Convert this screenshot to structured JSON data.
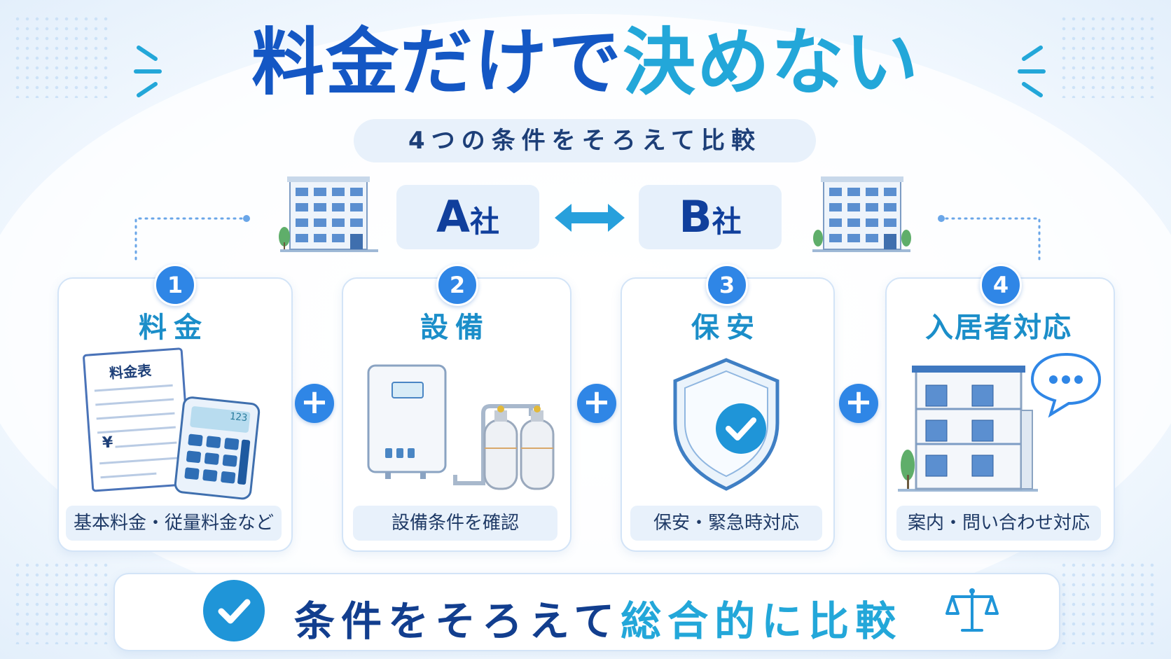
{
  "title": {
    "main": "料金だけで",
    "accent": "決めない"
  },
  "subtitle": "4つの条件をそろえて比較",
  "companies": [
    {
      "letter": "A",
      "suffix": "社"
    },
    {
      "letter": "B",
      "suffix": "社"
    }
  ],
  "cards": [
    {
      "number": "1",
      "title": "料金",
      "caption": "基本料金・従量料金など",
      "doc_heading": "料金表",
      "doc_symbol": "¥",
      "calc_display": "123"
    },
    {
      "number": "2",
      "title": "設備",
      "caption": "設備条件を確認"
    },
    {
      "number": "3",
      "title": "保安",
      "caption": "保安・緊急時対応"
    },
    {
      "number": "4",
      "title": "入居者対応",
      "caption": "案内・問い合わせ対応"
    }
  ],
  "bottom": {
    "main": "条件をそろえて",
    "accent": "総合的に比較"
  },
  "plus_symbol": "+",
  "icons": {
    "swap": "double-arrow-icon",
    "building": "apartment-building-icon",
    "document": "price-list-document-icon",
    "calculator": "calculator-icon",
    "water_heater": "water-heater-icon",
    "gas_tanks": "gas-cylinder-icon",
    "shield": "shield-check-icon",
    "speech": "speech-bubble-icon",
    "check": "check-circle-icon",
    "scale": "balance-scale-icon"
  },
  "colors": {
    "primary": "#1457c4",
    "accent": "#23a7d9",
    "badge": "#2f86e6",
    "navy": "#123e8e",
    "pill": "#e8f1fb"
  }
}
